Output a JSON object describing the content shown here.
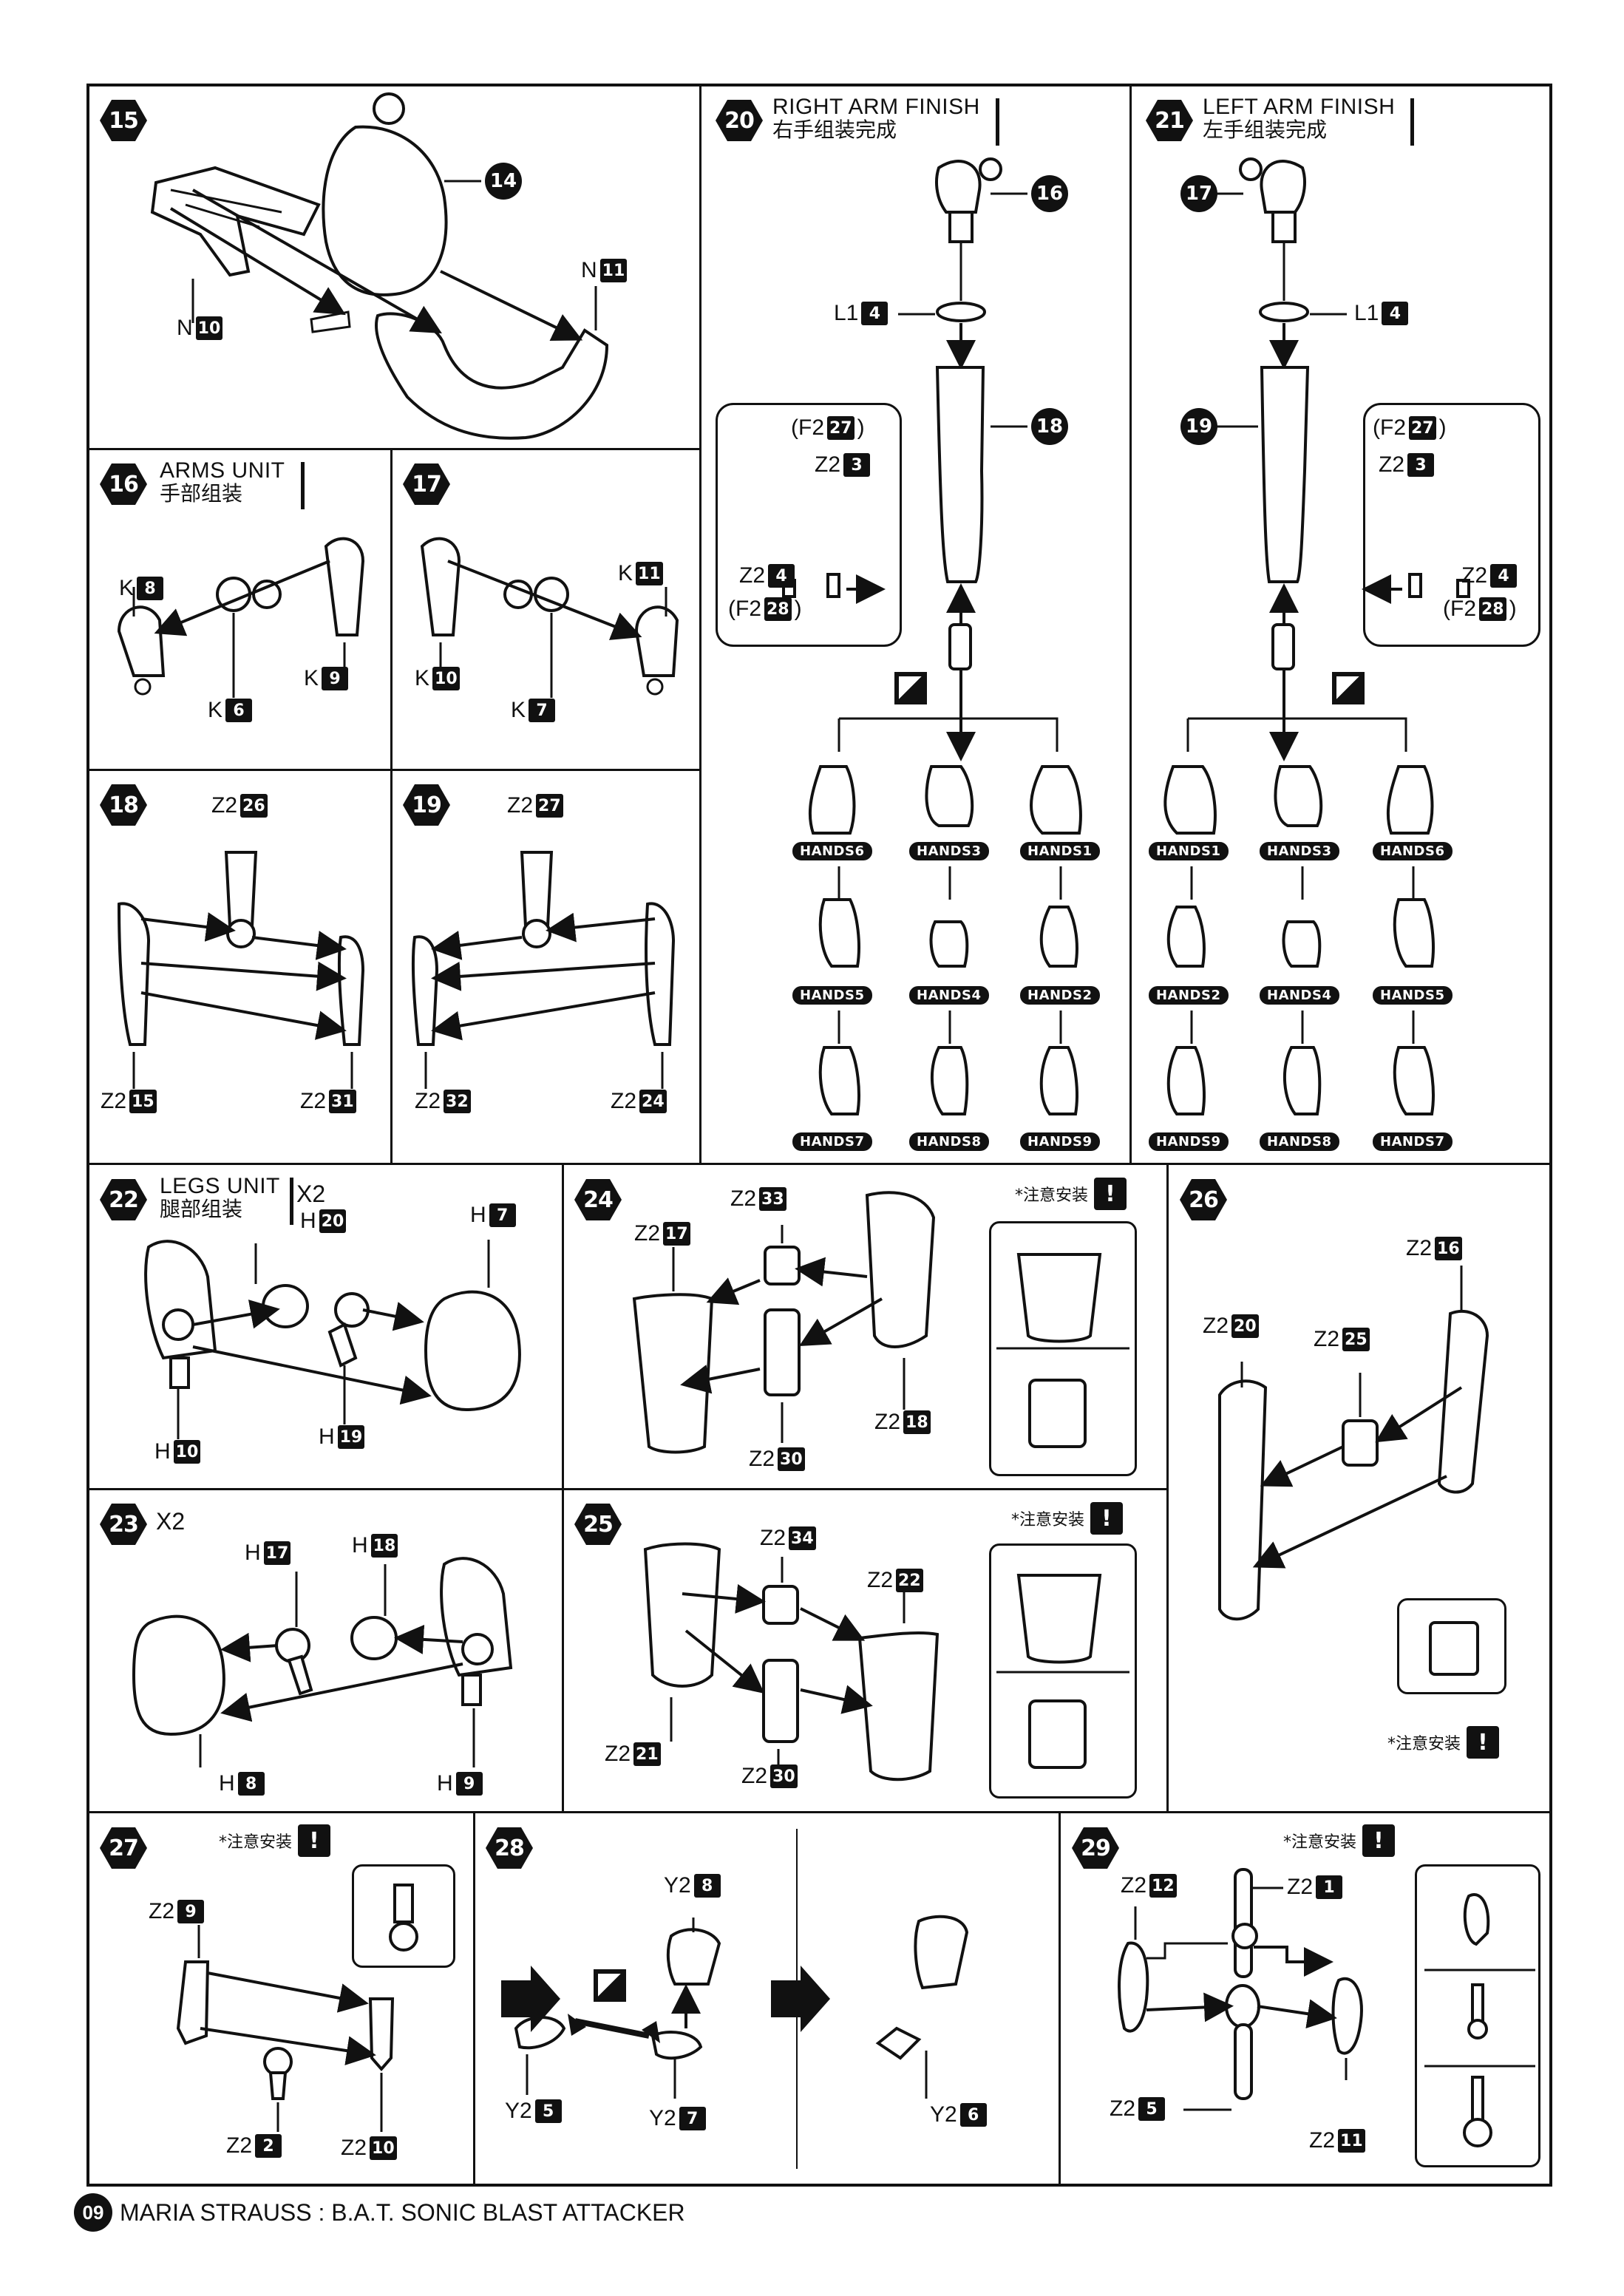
{
  "footer": {
    "page": "09",
    "title": "MARIA STRAUSS : B.A.T. SONIC BLAST ATTACKER"
  },
  "steps": {
    "s15": {
      "num": "15",
      "labels": {
        "p14": "14",
        "n10_l": "N",
        "n10_n": "10",
        "n11_l": "N",
        "n11_n": "11"
      }
    },
    "s16": {
      "num": "16",
      "title_en": "ARMS UNIT",
      "title_zh": "手部组装",
      "labels": {
        "k8_l": "K",
        "k8_n": "8",
        "k6_l": "K",
        "k6_n": "6",
        "k9_l": "K",
        "k9_n": "9"
      }
    },
    "s17": {
      "num": "17",
      "labels": {
        "k11_l": "K",
        "k11_n": "11",
        "k10_l": "K",
        "k10_n": "10",
        "k7_l": "K",
        "k7_n": "7"
      }
    },
    "s18": {
      "num": "18",
      "labels": {
        "a_l": "Z2",
        "a_n": "26",
        "b_l": "Z2",
        "b_n": "15",
        "c_l": "Z2",
        "c_n": "31"
      }
    },
    "s19": {
      "num": "19",
      "labels": {
        "a_l": "Z2",
        "a_n": "27",
        "b_l": "Z2",
        "b_n": "32",
        "c_l": "Z2",
        "c_n": "24"
      }
    },
    "s20": {
      "num": "20",
      "title_en": "RIGHT ARM FINISH",
      "title_zh": "右手组装完成",
      "labels": {
        "p16": "16",
        "l1_l": "L1",
        "l1_n": "4",
        "p18": "18",
        "f27_a": "(F2",
        "f27_n": "27",
        "f27_b": ")",
        "z3_l": "Z2",
        "z3_n": "3",
        "z4_l": "Z2",
        "z4_n": "4",
        "f28_a": "(F2",
        "f28_n": "28",
        "f28_b": ")"
      },
      "hands": [
        "HANDS6",
        "HANDS3",
        "HANDS1",
        "HANDS5",
        "HANDS4",
        "HANDS2",
        "HANDS7",
        "HANDS8",
        "HANDS9"
      ]
    },
    "s21": {
      "num": "21",
      "title_en": "LEFT ARM FINISH",
      "title_zh": "左手组装完成",
      "labels": {
        "p17": "17",
        "l1_l": "L1",
        "l1_n": "4",
        "p19": "19",
        "f27_a": "(F2",
        "f27_n": "27",
        "f27_b": ")",
        "z3_l": "Z2",
        "z3_n": "3",
        "z4_l": "Z2",
        "z4_n": "4",
        "f28_a": "(F2",
        "f28_n": "28",
        "f28_b": ")"
      },
      "hands": [
        "HANDS1",
        "HANDS3",
        "HANDS6",
        "HANDS2",
        "HANDS4",
        "HANDS5",
        "HANDS9",
        "HANDS8",
        "HANDS7"
      ]
    },
    "s22": {
      "num": "22",
      "title_en": "LEGS UNIT",
      "title_zh": "腿部组装",
      "times": "X2",
      "labels": {
        "h20_l": "H",
        "h20_n": "20",
        "h7_l": "H",
        "h7_n": "7",
        "h10_l": "H",
        "h10_n": "10",
        "h19_l": "H",
        "h19_n": "19"
      }
    },
    "s23": {
      "num": "23",
      "times": "X2",
      "labels": {
        "h17_l": "H",
        "h17_n": "17",
        "h18_l": "H",
        "h18_n": "18",
        "h8_l": "H",
        "h8_n": "8",
        "h9_l": "H",
        "h9_n": "9"
      }
    },
    "s24": {
      "num": "24",
      "note": "*注意安装",
      "labels": {
        "a_l": "Z2",
        "a_n": "33",
        "b_l": "Z2",
        "b_n": "17",
        "c_l": "Z2",
        "c_n": "30",
        "d_l": "Z2",
        "d_n": "18"
      }
    },
    "s25": {
      "num": "25",
      "note": "*注意安装",
      "labels": {
        "a_l": "Z2",
        "a_n": "34",
        "b_l": "Z2",
        "b_n": "22",
        "c_l": "Z2",
        "c_n": "21",
        "d_l": "Z2",
        "d_n": "30"
      }
    },
    "s26": {
      "num": "26",
      "note": "*注意安装",
      "labels": {
        "a_l": "Z2",
        "a_n": "16",
        "b_l": "Z2",
        "b_n": "20",
        "c_l": "Z2",
        "c_n": "25"
      }
    },
    "s27": {
      "num": "27",
      "note": "*注意安装",
      "labels": {
        "a_l": "Z2",
        "a_n": "9",
        "b_l": "Z2",
        "b_n": "2",
        "c_l": "Z2",
        "c_n": "10"
      }
    },
    "s28": {
      "num": "28",
      "labels": {
        "a_l": "Y2",
        "a_n": "8",
        "b_l": "Y2",
        "b_n": "5",
        "c_l": "Y2",
        "c_n": "7",
        "d_l": "Y2",
        "d_n": "6"
      }
    },
    "s29": {
      "num": "29",
      "note": "*注意安装",
      "labels": {
        "a_l": "Z2",
        "a_n": "12",
        "b_l": "Z2",
        "b_n": "1",
        "c_l": "Z2",
        "c_n": "5",
        "d_l": "Z2",
        "d_n": "11"
      }
    }
  }
}
